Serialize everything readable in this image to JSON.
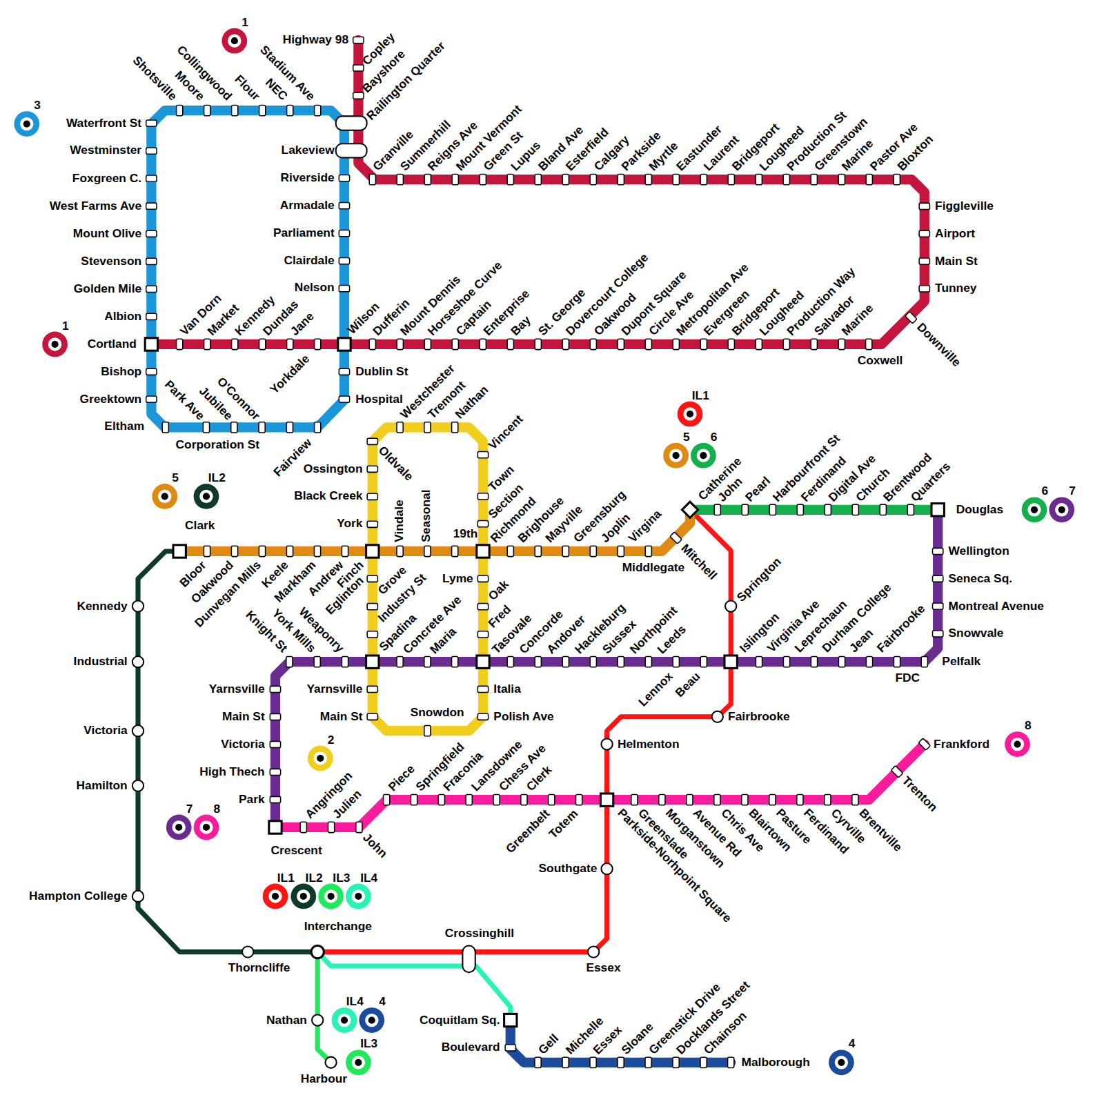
{
  "diagram": {
    "labels": [
      "Shotsville",
      "Moore",
      "Collingwood",
      "Flour",
      "NEC",
      "Stadium Ave",
      "Highway 98",
      "Copley",
      "Bayshore",
      "Railington Quarter",
      "Waterfront St",
      "Westminster",
      "Foxgreen C.",
      "West Farms Ave",
      "Mount Olive",
      "Stevenson",
      "Golden Mile",
      "Albion",
      "Cortland",
      "Bishop",
      "Greektown",
      "Eltham",
      "Corporation St",
      "Lakeview",
      "Riverside",
      "Armadale",
      "Parliament",
      "Clairdale",
      "Nelson",
      "Dublin St",
      "Hospital",
      "Park Ave",
      "Jubilee",
      "O'Connor",
      "Fairview",
      "Granville",
      "Summerhill",
      "Reigns Ave",
      "Mount Vermont",
      "Green St",
      "Lupus",
      "Bland Ave",
      "Esterfield",
      "Calgary",
      "Parkside",
      "Myrtle",
      "Eastunder",
      "Laurent",
      "Bridgeport",
      "Lougheed",
      "Production St",
      "Greenstown",
      "Marine",
      "Pastor Ave",
      "Bloxton",
      "Figgleville",
      "Airport",
      "Main St",
      "Tunney",
      "Downville",
      "Van Dorn",
      "Market",
      "Kennedy",
      "Dundas",
      "Jane",
      "Yorkdale",
      "Wilson",
      "Dufferin",
      "Mount Dennis",
      "Horseshoe Curve",
      "Captain",
      "Enterprise",
      "Bay",
      "St. George",
      "Dovercourt College",
      "Oakwood",
      "Dupont Square",
      "Circle Ave",
      "Metropolitan Ave",
      "Evergreen",
      "Bridgeport",
      "Lougheed",
      "Production Way",
      "Salvador",
      "Marine",
      "Coxwell",
      "Clark",
      "Bloor",
      "Oakwood",
      "Dunvegan Mills",
      "Keele",
      "Markham",
      "Andrew",
      "Finch",
      "Richmond",
      "Brighouse",
      "Mayville",
      "Greensburg",
      "Joplin",
      "Virgina",
      "Middlegate",
      "Mitchell",
      "Catherine",
      "John",
      "Pearl",
      "Harbourfront St",
      "Ferdinand",
      "Digital Ave",
      "Church",
      "Brentwood",
      "Quarters",
      "Douglas",
      "Westchester",
      "Tremont",
      "Nathan",
      "Vincent",
      "Ossington",
      "Black Creek",
      "York",
      "Oldvale",
      "Town",
      "Section",
      "19th",
      "Vindale",
      "Seasonal",
      "Lyme",
      "Eglinton",
      "Grove",
      "Industry St",
      "Spadina",
      "Oak",
      "Fred",
      "Yarnsville",
      "Main St",
      "Italia",
      "Polish Ave",
      "Snowdon",
      "Knight St",
      "York Mills",
      "Weaponry",
      "Concrete Ave",
      "Maria",
      "Tasovale",
      "Concorde",
      "Andover",
      "Hackleburg",
      "Sussex",
      "Northpoint",
      "Leeds",
      "Lennox",
      "Beau",
      "Islington",
      "Virginia Ave",
      "Leprechaun",
      "Durham College",
      "Jean",
      "Fairbrooke",
      "FDC",
      "Pelfalk",
      "Wellington",
      "Seneca Sq.",
      "Montreal Avenue",
      "Snowvale",
      "Yarnsville",
      "Main St",
      "Victoria",
      "High Thech",
      "Park",
      "Crescent",
      "Angringon",
      "Julien",
      "John",
      "Piece",
      "Springfield",
      "Fraconia",
      "Lansdowne",
      "Chess Ave",
      "Clerk",
      "Greenbelt",
      "Totem",
      "Parkside-Norhpoint Square",
      "Greenslade",
      "Morganstown",
      "Avenue Rd",
      "Chris Ave",
      "Blairtown",
      "Pasture",
      "Ferdinand",
      "Cyrville",
      "Brentville",
      "Trenton",
      "Frankford",
      "Springton",
      "Fairbrooke",
      "Helmenton",
      "Southgate",
      "Essex",
      "Crossinghill",
      "Interchange",
      "Kennedy",
      "Industrial",
      "Victoria",
      "Hamilton",
      "Hampton College",
      "Thorncliffe",
      "Nathan",
      "Harbour",
      "Coquitlam Sq.",
      "Boulevard",
      "Gell",
      "Michelle",
      "Essex",
      "Sloane",
      "Greenstick Drive",
      "Docklands Street",
      "Chainson",
      "Malborough",
      "1",
      "3",
      "1",
      "5",
      "IL2",
      "IL1",
      "5",
      "6",
      "6",
      "7",
      "2",
      "7",
      "8",
      "8",
      "IL1",
      "IL2",
      "IL3",
      "IL4",
      "IL4",
      "4",
      "IL3",
      "4"
    ]
  }
}
